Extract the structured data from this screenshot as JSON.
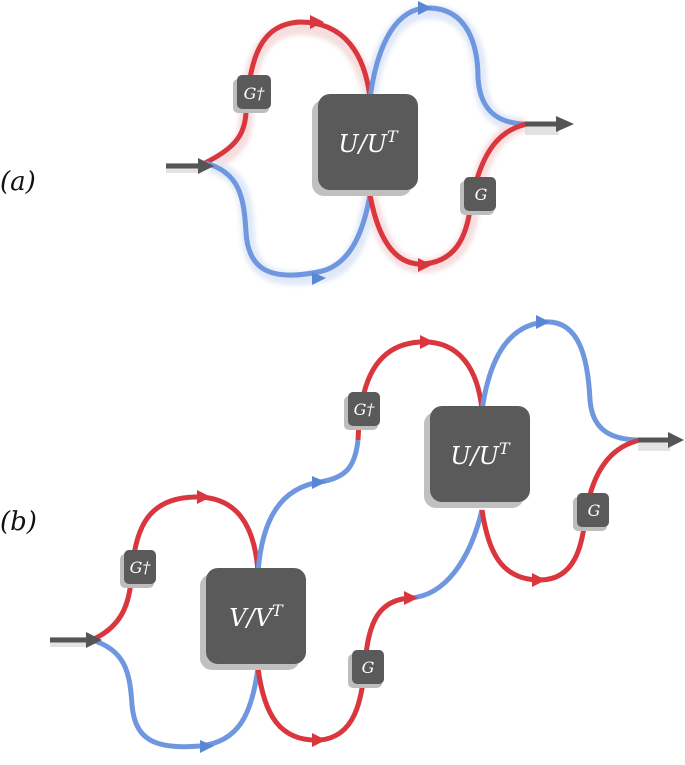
{
  "panels": {
    "a": {
      "label": "(a)",
      "big_box": "U/U^T",
      "g_dagger": "G†",
      "g": "G"
    },
    "b": {
      "label": "(b)",
      "big_box_left": "V/V^T",
      "big_box_right": "U/U^T",
      "g_dagger_left": "G†",
      "g_dagger_right": "G†",
      "g_middle": "G",
      "g_right": "G"
    }
  },
  "colors": {
    "red_path": "#d9363e",
    "blue_path": "#6f97df",
    "box": "#5a5a5a",
    "arrow": "#555555"
  }
}
